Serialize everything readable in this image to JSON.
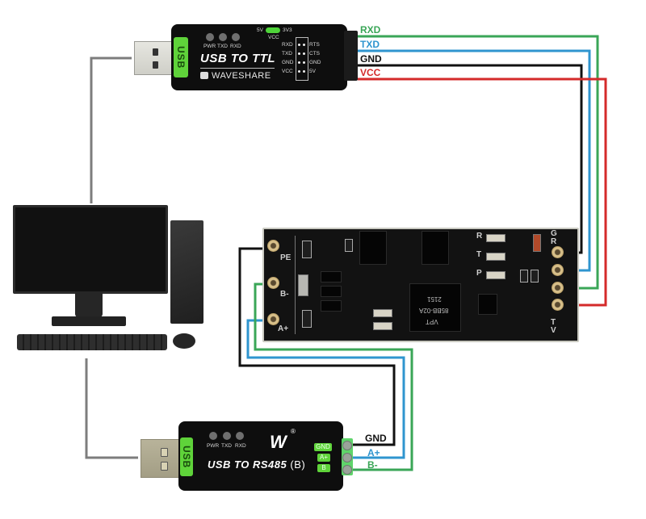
{
  "title": "USB to TTL / USB to RS485 wiring diagram with RS485-to-TTL module",
  "colors": {
    "rxd": "#3aa657",
    "txd": "#2f95cf",
    "gnd": "#111111",
    "vcc": "#d42a2a",
    "usb_cable": "#7d7d7d",
    "usb_tab": "#5fd33a"
  },
  "usb_to_ttl": {
    "usb_tab": "USB",
    "leds": [
      "PWR",
      "TXD",
      "RXD"
    ],
    "title": "USB TO TTL",
    "brand": "WAVESHARE",
    "voltage_switch": {
      "left": "5V",
      "right": "3V3",
      "label": "VCC"
    },
    "header_left": [
      "RXD",
      "TXD",
      "GND",
      "VCC"
    ],
    "header_right": [
      "RTS",
      "CTS",
      "GND",
      "5V"
    ]
  },
  "ttl_wires": [
    {
      "name": "RXD",
      "color": "#3aa657"
    },
    {
      "name": "TXD",
      "color": "#2f95cf"
    },
    {
      "name": "GND",
      "color": "#111111"
    },
    {
      "name": "VCC",
      "color": "#d42a2a"
    }
  ],
  "rs485_module": {
    "left_pins": [
      "PE",
      "B-",
      "A+"
    ],
    "right_pins_top": "G",
    "right_labels_top": [
      "G",
      "R"
    ],
    "right_labels_bottom": [
      "T",
      "V"
    ],
    "led_labels": [
      "R",
      "T",
      "P"
    ],
    "chip_marking": [
      "VPT",
      "85BB-02A",
      "2151"
    ]
  },
  "usb_to_rs485": {
    "usb_tab": "USB",
    "leds": [
      "PWR",
      "TXD",
      "RXD"
    ],
    "logo": "W",
    "logo_mark": "®",
    "title": "USB TO RS485",
    "variant": "(B)",
    "terminals": [
      "GND",
      "A+",
      "B"
    ]
  },
  "rs485_wires": [
    {
      "name": "GND",
      "color": "#111111"
    },
    {
      "name": "A+",
      "color": "#2f95cf"
    },
    {
      "name": "B-",
      "color": "#3aa657"
    }
  ]
}
